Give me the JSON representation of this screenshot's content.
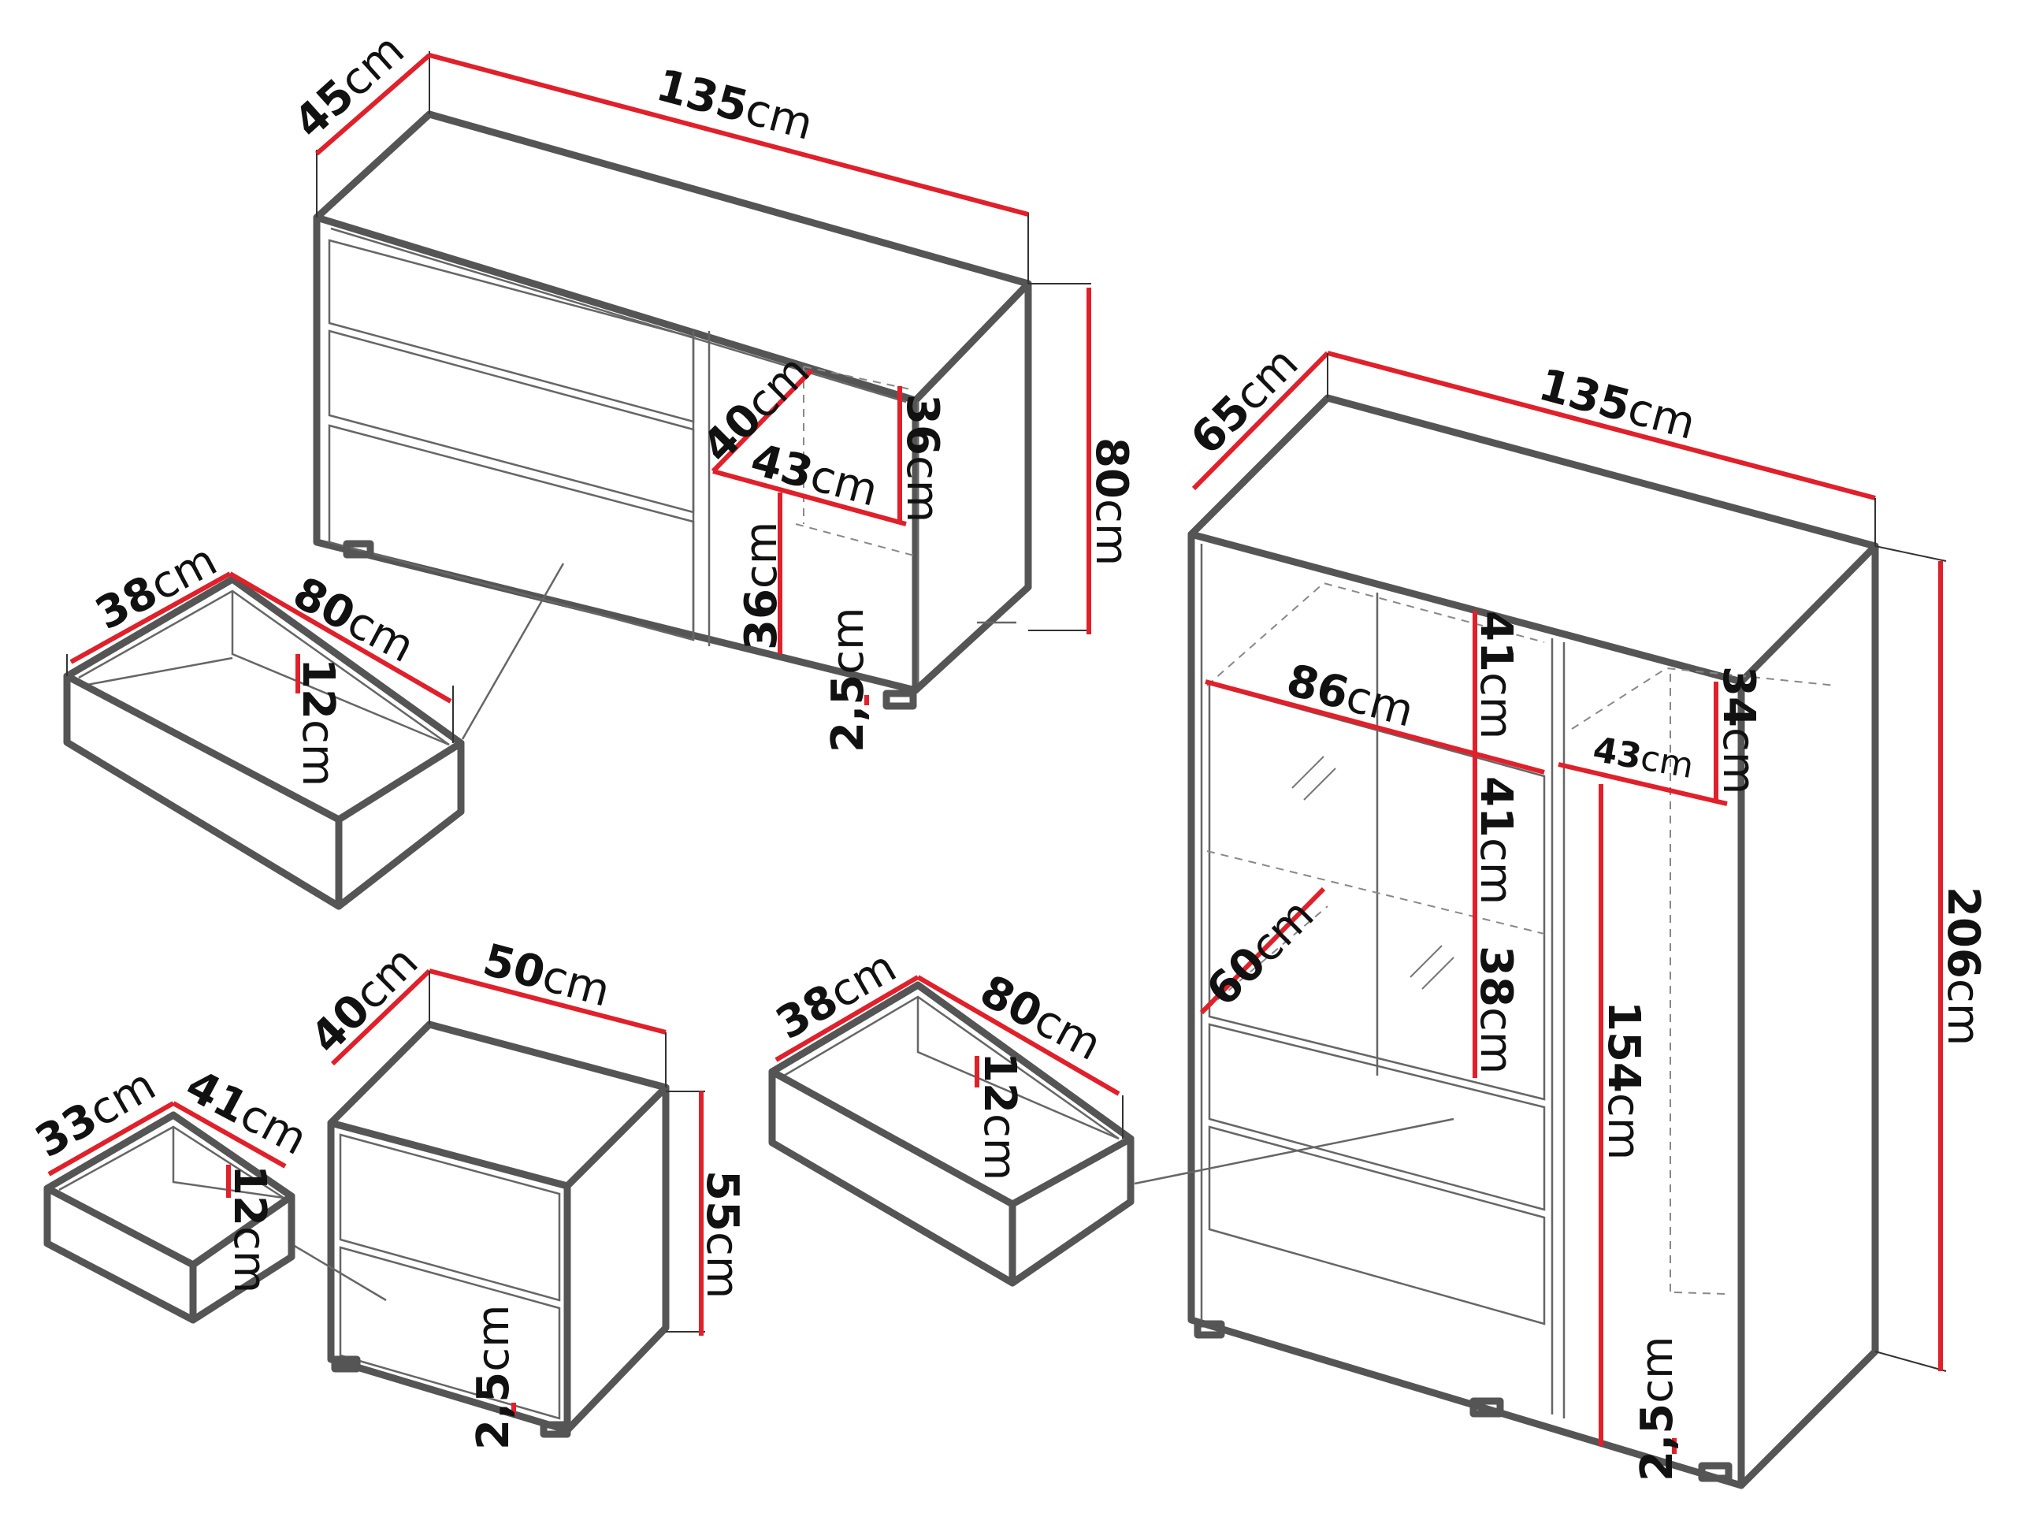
{
  "dimensions": {
    "sideboard": {
      "depth": {
        "num": "45",
        "unit": "cm"
      },
      "width": {
        "num": "135",
        "unit": "cm"
      },
      "height": {
        "num": "80",
        "unit": "cm"
      },
      "shelf_depth": {
        "num": "40",
        "unit": "cm"
      },
      "shelf_width": {
        "num": "43",
        "unit": "cm"
      },
      "upper_shelf_height": {
        "num": "36",
        "unit": "cm"
      },
      "lower_shelf_height": {
        "num": "36",
        "unit": "cm"
      },
      "leg_height": {
        "num": "2,5",
        "unit": "cm"
      }
    },
    "sideboard_drawer": {
      "depth": {
        "num": "38",
        "unit": "cm"
      },
      "width": {
        "num": "80",
        "unit": "cm"
      },
      "height": {
        "num": "12",
        "unit": "cm"
      }
    },
    "cabinet": {
      "depth": {
        "num": "65",
        "unit": "cm"
      },
      "width": {
        "num": "135",
        "unit": "cm"
      },
      "height": {
        "num": "206",
        "unit": "cm"
      },
      "glass_width": {
        "num": "86",
        "unit": "cm"
      },
      "shelf_height_1": {
        "num": "41",
        "unit": "cm"
      },
      "shelf_height_2": {
        "num": "41",
        "unit": "cm"
      },
      "shelf_height_3": {
        "num": "38",
        "unit": "cm"
      },
      "shelf_depth": {
        "num": "60",
        "unit": "cm"
      },
      "right_width": {
        "num": "43",
        "unit": "cm"
      },
      "top_compartment_height": {
        "num": "34",
        "unit": "cm"
      },
      "right_compartment_height": {
        "num": "154",
        "unit": "cm"
      },
      "leg_height": {
        "num": "2,5",
        "unit": "cm"
      }
    },
    "cabinet_drawer": {
      "depth": {
        "num": "38",
        "unit": "cm"
      },
      "width": {
        "num": "80",
        "unit": "cm"
      },
      "height": {
        "num": "12",
        "unit": "cm"
      }
    },
    "nightstand": {
      "depth": {
        "num": "40",
        "unit": "cm"
      },
      "width": {
        "num": "50",
        "unit": "cm"
      },
      "height": {
        "num": "55",
        "unit": "cm"
      },
      "leg_height": {
        "num": "2,5",
        "unit": "cm"
      }
    },
    "nightstand_drawer": {
      "depth": {
        "num": "33",
        "unit": "cm"
      },
      "width": {
        "num": "41",
        "unit": "cm"
      },
      "height": {
        "num": "12",
        "unit": "cm"
      }
    }
  }
}
